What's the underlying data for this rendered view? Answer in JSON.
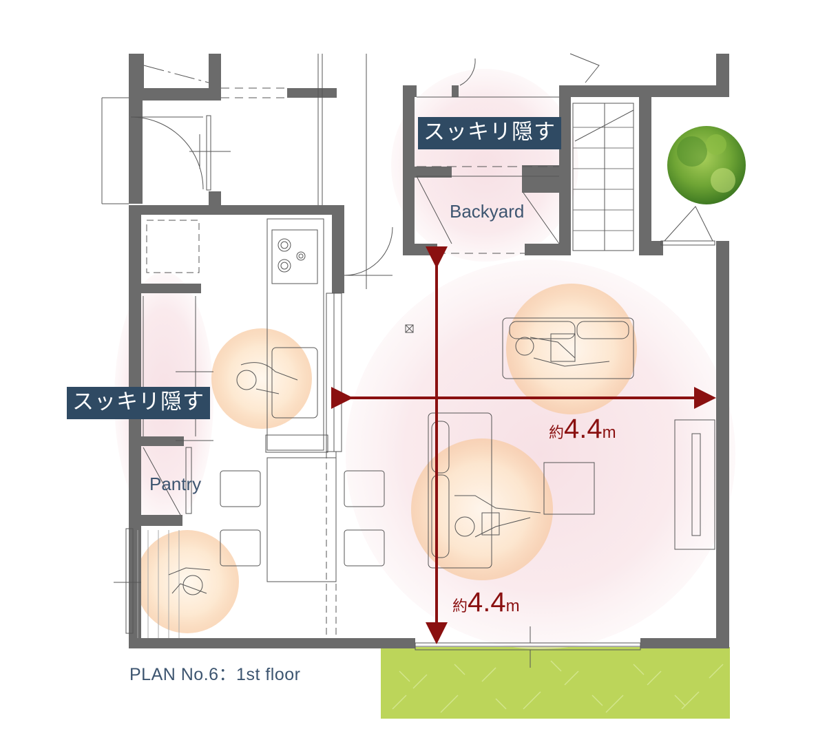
{
  "tags": {
    "backyard_tag": "スッキリ隠す",
    "pantry_tag": "スッキリ隠す"
  },
  "rooms": {
    "backyard": "Backyard",
    "pantry": "Pantry"
  },
  "dimensions": {
    "horizontal": {
      "prefix": "約",
      "value": "4.4",
      "unit": "m"
    },
    "vertical": {
      "prefix": "約",
      "value": "4.4",
      "unit": "m"
    }
  },
  "caption": "PLAN No.6：1st floor",
  "colors": {
    "wall": "#6b6b6b",
    "arrow": "#8a1010",
    "tag_bg": "#2f4a63",
    "lawn": "#bcd55a",
    "tree": "#5f9a2e"
  }
}
